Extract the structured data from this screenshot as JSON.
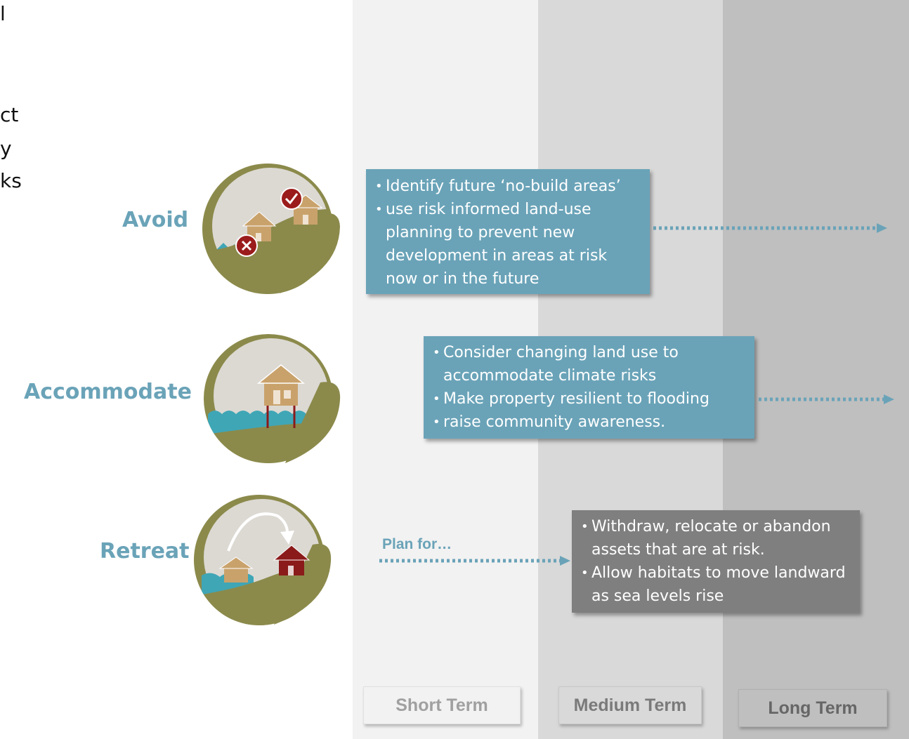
{
  "left_text_fragments": [
    "l",
    "ct",
    "y",
    "ks"
  ],
  "strategies": {
    "avoid": {
      "label": "Avoid",
      "bullets": [
        "Identify future ‘no-build areas’",
        "use risk informed land-use planning to prevent new development in areas at risk now or in the future"
      ]
    },
    "accommodate": {
      "label": "Accommodate",
      "bullets": [
        "Consider changing land use to accommodate climate risks",
        "Make property resilient to flooding",
        "raise community awareness."
      ]
    },
    "retreat": {
      "label": "Retreat",
      "plan_label": "Plan for…",
      "bullets": [
        "Withdraw, relocate or abandon assets that are at risk.",
        "Allow habitats to move landward as sea levels rise"
      ]
    }
  },
  "timeline": {
    "columns": [
      {
        "label": "Short Term",
        "color": "#f2f2f2"
      },
      {
        "label": "Medium Term",
        "color": "#d9d9d9"
      },
      {
        "label": "Long Term",
        "color": "#bfbfbf"
      }
    ]
  },
  "colors": {
    "accent": "#6aa3b8",
    "hill": "#8b8a4b",
    "water": "#3fa6b6",
    "house": "#c9a26b",
    "house_red": "#8b1a1a",
    "box_grey": "#7f7f7f"
  },
  "icons": {
    "avoid": "hill-house-icon",
    "accommodate": "stilt-house-icon",
    "retreat": "relocate-house-icon"
  }
}
